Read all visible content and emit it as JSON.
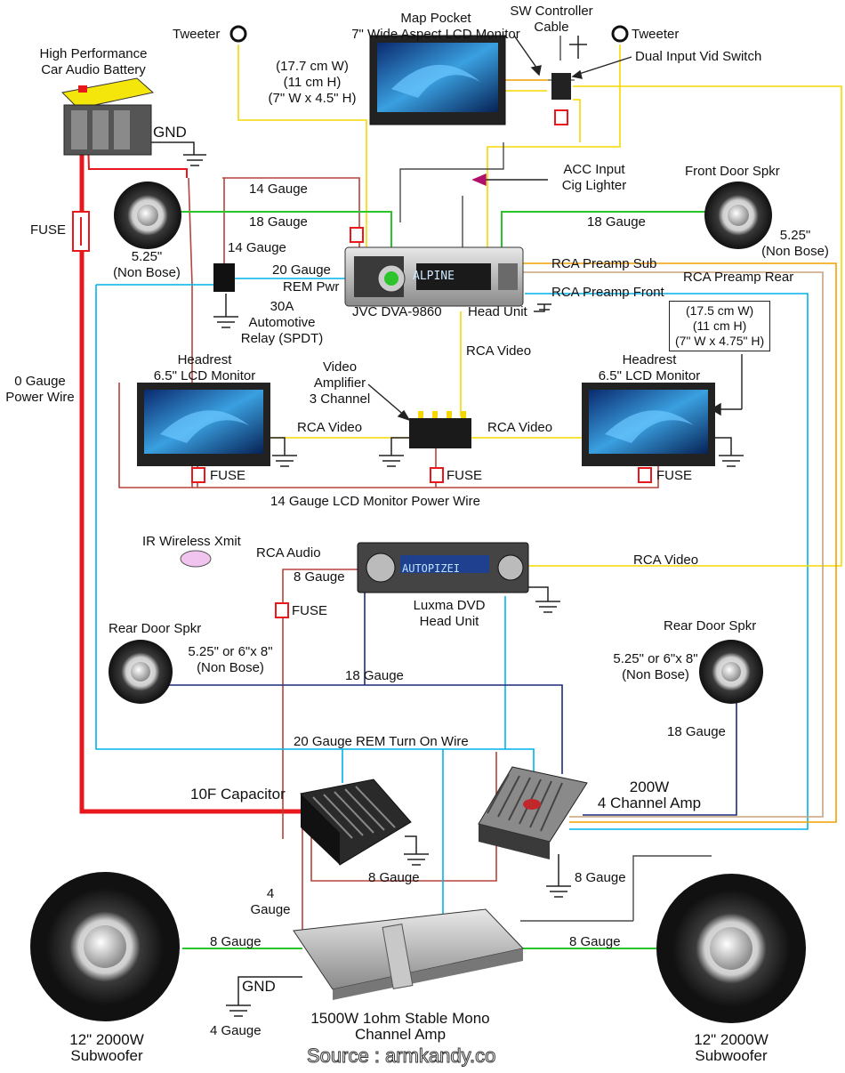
{
  "battery": {
    "title_line1": "High Performance",
    "title_line2": "Car Audio Battery",
    "gnd": "GND"
  },
  "fuse_main": "FUSE",
  "power_wire": {
    "line1": "0 Gauge",
    "line2": "Power Wire"
  },
  "tweeter_left": "Tweeter",
  "tweeter_right": "Tweeter",
  "map_monitor": {
    "line1": "Map Pocket",
    "line2": "7\" Wide Aspect LCD Monitor",
    "dim1": "(17.7 cm W)",
    "dim2": "(11 cm H)",
    "dim3": "(7\" W x 4.5\" H)"
  },
  "sw_controller": {
    "line1": "SW Controller",
    "line2": "Cable"
  },
  "dual_switch": "Dual Input Vid Switch",
  "acc_input": {
    "line1": "ACC Input",
    "line2": "Cig Lighter"
  },
  "front_door_spkr": "Front Door Spkr",
  "front_right_size": {
    "line1": "5.25\"",
    "line2": "(Non Bose)"
  },
  "front_left_size": {
    "line1": "5.25\"",
    "line2": "(Non Bose)"
  },
  "wires": {
    "g14a": "14 Gauge",
    "g18a": "18 Gauge",
    "g14b": "14 Gauge",
    "g20": "20 Gauge",
    "rem_pwr": "REM Pwr",
    "g18b": "18 Gauge",
    "rca_sub": "RCA Preamp Sub",
    "rca_rear": "RCA Preamp Rear",
    "rca_front": "RCA Preamp Front",
    "rca_video_v": "RCA Video",
    "rca_video_l": "RCA Video",
    "rca_video_r": "RCA Video",
    "lcd_power": "14 Gauge LCD Monitor Power Wire",
    "rca_audio": "RCA Audio",
    "g8_dvd": "8 Gauge",
    "rca_video_dvd": "RCA Video",
    "g18_rear": "18 Gauge",
    "g18_rear_r": "18 Gauge",
    "rem_turn_on": "20 Gauge REM Turn On Wire",
    "g8_cap": "8 Gauge",
    "g8_amp4": "8 Gauge",
    "g4_line1": "4",
    "g4_line2": "Gauge",
    "g8_sub_l": "8 Gauge",
    "g8_sub_r": "8 Gauge",
    "g4_gnd": "4 Gauge",
    "gnd_mono": "GND"
  },
  "relay": {
    "line1": "30A",
    "line2": "Automotive",
    "line3": "Relay (SPDT)"
  },
  "head_unit": {
    "label": "JVC DVA-9860",
    "suffix": "Head Unit",
    "display": "ALPINE"
  },
  "monitor_dims": {
    "line1": "(17.5 cm W)",
    "line2": "(11 cm H)",
    "line3": "(7\" W x 4.75\" H)"
  },
  "headrest_left": {
    "line1": "Headrest",
    "line2": "6.5\" LCD Monitor"
  },
  "headrest_right": {
    "line1": "Headrest",
    "line2": "6.5\" LCD Monitor"
  },
  "video_amp": {
    "line1": "Video",
    "line2": "Amplifier",
    "line3": "3 Channel"
  },
  "fuse_left": "FUSE",
  "fuse_mid": "FUSE",
  "fuse_right": "FUSE",
  "fuse_dvd": "FUSE",
  "ir_xmit": "IR Wireless Xmit",
  "dvd_unit": {
    "line1": "Luxma DVD",
    "line2": "Head Unit",
    "display": "AUTOPIZEI"
  },
  "rear_left": {
    "title": "Rear Door Spkr",
    "size1": "5.25\" or  6\"x 8\"",
    "size2": "(Non Bose)"
  },
  "rear_right": {
    "title": "Rear Door Spkr",
    "size1": "5.25\" or  6\"x 8\"",
    "size2": "(Non Bose)"
  },
  "capacitor": "10F Capacitor",
  "amp4": {
    "line1": "200W",
    "line2": "4 Channel Amp"
  },
  "mono_amp": {
    "line1": "1500W 1ohm Stable Mono",
    "line2": "Channel Amp"
  },
  "sub_left": {
    "line1": "12\" 2000W",
    "line2": "Subwoofer"
  },
  "sub_right": {
    "line1": "12\" 2000W",
    "line2": "Subwoofer"
  },
  "source": "Source : armkandy.co",
  "colors": {
    "power": "#e8171b",
    "remote": "#00b4e8",
    "video": "#f5d800",
    "audio_orange": "#f0a000",
    "speaker_green": "#2bc42b",
    "speaker_blue": "#1c2c7a",
    "relay_wire": "#b5443a"
  }
}
